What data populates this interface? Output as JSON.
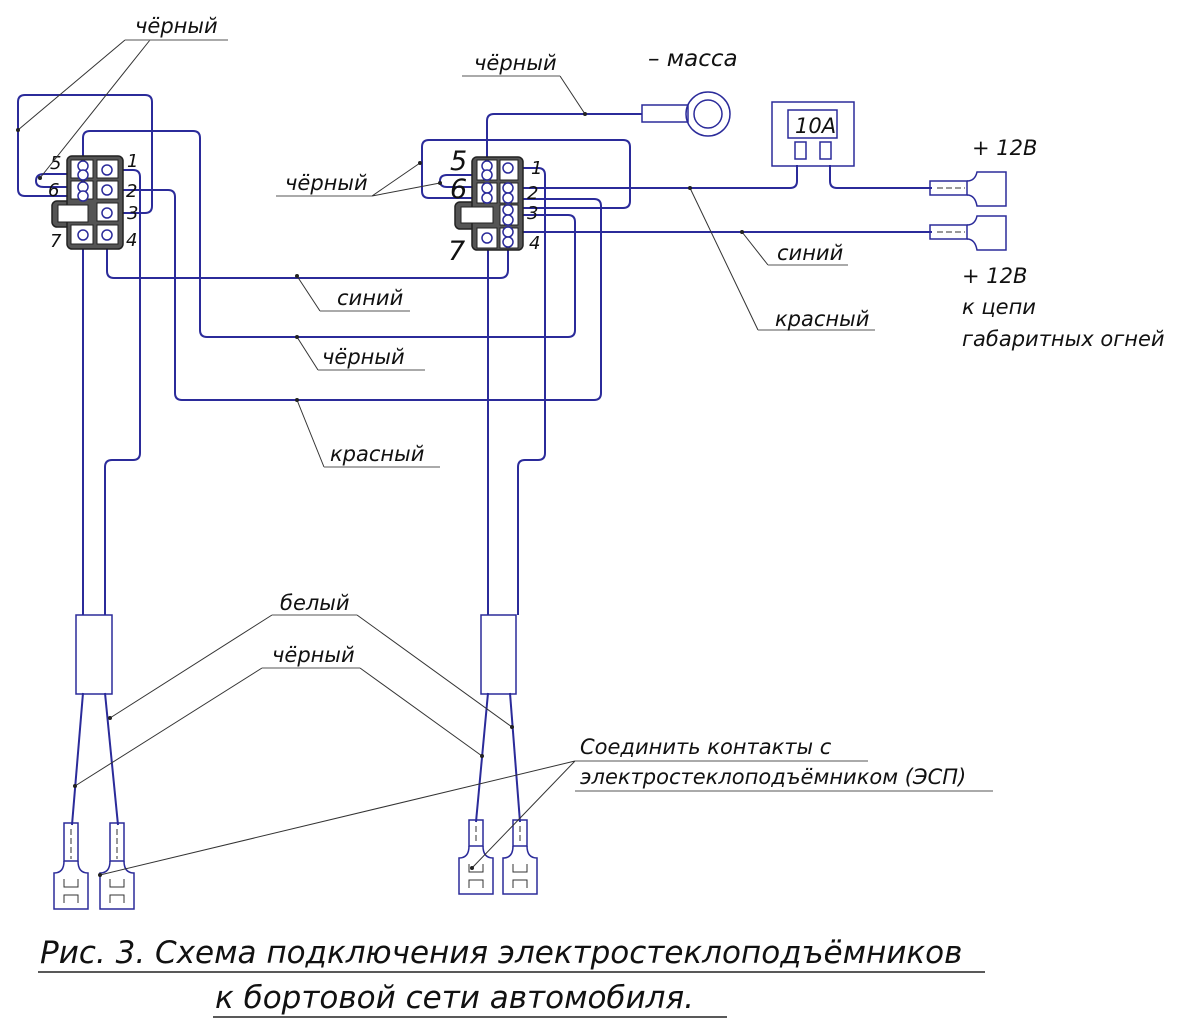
{
  "labels": {
    "black_top_left": "чёрный",
    "black_ground": "чёрный",
    "ground": "– масса",
    "black_right_loop": "чёрный",
    "plus12_top": "+ 12В",
    "blue_right": "синий",
    "plus12_bottom": "+ 12В",
    "to_circuit": "к цепи",
    "marker_lights": "габаритных огней",
    "red_right": "красный",
    "blue_mid": "синий",
    "black_mid": "чёрный",
    "red_mid": "красный",
    "white_bottom": "белый",
    "black_bottom": "чёрный",
    "connect_line1": "Соединить контакты с",
    "connect_line2": "электростеклоподъёмником (ЭСП)",
    "fuse": "10А"
  },
  "pins": [
    "1",
    "2",
    "3",
    "4",
    "5",
    "6",
    "7"
  ],
  "caption": {
    "line1": "Рис. 3. Схема подключения электростеклоподъёмников",
    "line2": "к бортовой сети автомобиля."
  },
  "colors": {
    "wire": "#2b2b9a",
    "text": "#111111"
  }
}
